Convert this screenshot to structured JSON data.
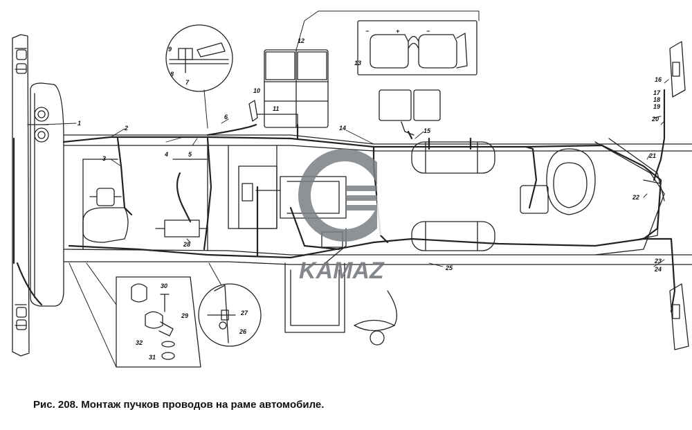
{
  "caption": "Рис. 208. Монтаж пучков проводов на раме автомобиле.",
  "watermark": {
    "text": "KAMAZ",
    "color": "#7a7f84"
  },
  "callouts": [
    "1",
    "2",
    "3",
    "4",
    "5",
    "6",
    "7",
    "8",
    "9",
    "10",
    "11",
    "12",
    "13",
    "14",
    "15",
    "16",
    "17",
    "18",
    "19",
    "20",
    "21",
    "22",
    "23",
    "24",
    "25",
    "26",
    "27",
    "28",
    "29",
    "30",
    "31",
    "32"
  ],
  "battery_terminals": {
    "minus": "−",
    "plus": "+"
  }
}
